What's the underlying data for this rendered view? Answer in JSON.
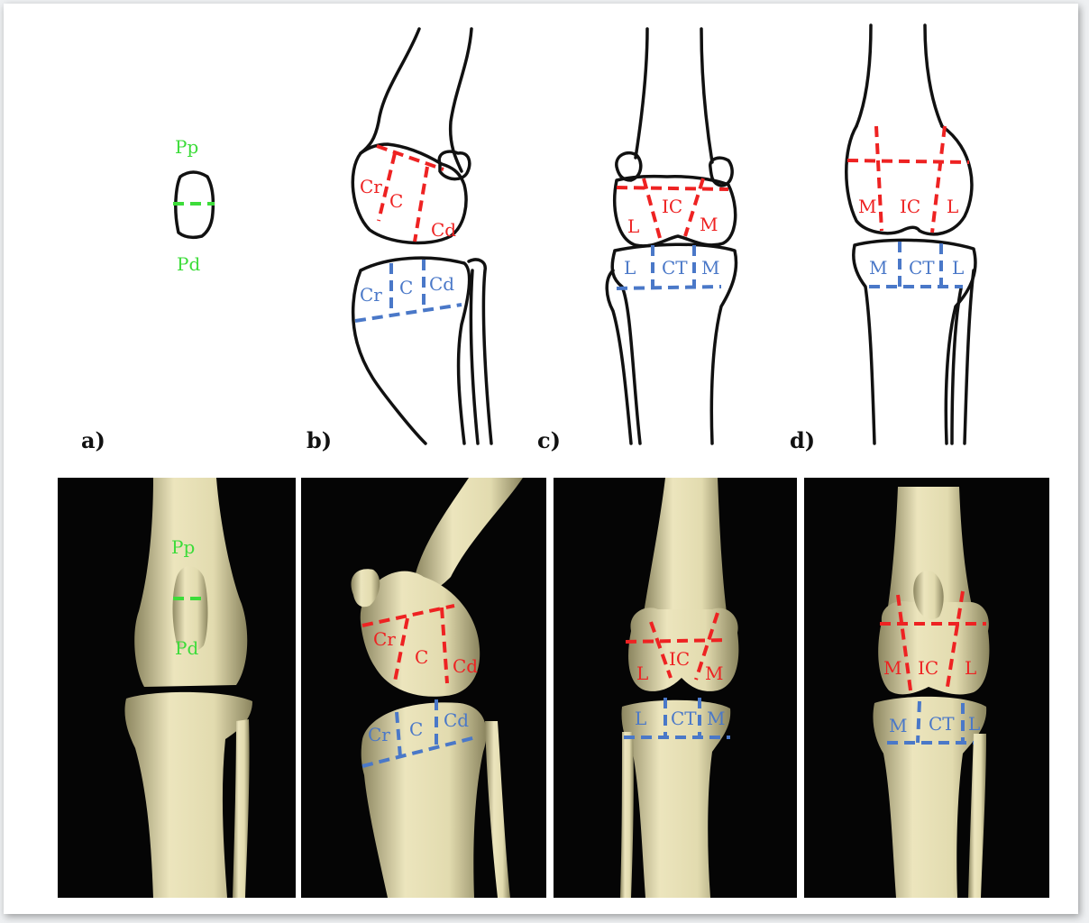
{
  "panel_labels": {
    "a": "a)",
    "b": "b)",
    "c": "c)",
    "d": "d)"
  },
  "colors": {
    "proximal_patella_lines": "#3ddc3a",
    "femur_lines": "#ee2222",
    "tibia_lines": "#4a78c8",
    "ct_background": "#050505",
    "ct_bone": "#e9e2b6"
  },
  "drawing": {
    "a": {
      "top": "Pp",
      "bottom": "Pd"
    },
    "b": {
      "femur": [
        "Cr",
        "C",
        "Cd"
      ],
      "tibia": [
        "Cr",
        "C",
        "Cd"
      ]
    },
    "c": {
      "femur": [
        "IC",
        "L",
        "M"
      ],
      "tibia": [
        "L",
        "CT",
        "M"
      ]
    },
    "d": {
      "femur": [
        "M",
        "IC",
        "L"
      ],
      "tibia": [
        "M",
        "CT",
        "L"
      ]
    }
  },
  "ct": {
    "a": {
      "top": "Pp",
      "bottom": "Pd"
    },
    "b": {
      "femur": [
        "Cr",
        "C",
        "Cd"
      ],
      "tibia": [
        "Cr",
        "C",
        "Cd"
      ]
    },
    "c": {
      "femur": [
        "IC",
        "L",
        "M"
      ],
      "tibia": [
        "L",
        "CT",
        "M"
      ]
    },
    "d": {
      "femur": [
        "M",
        "IC",
        "L"
      ],
      "tibia": [
        "M",
        "CT",
        "L"
      ]
    }
  }
}
